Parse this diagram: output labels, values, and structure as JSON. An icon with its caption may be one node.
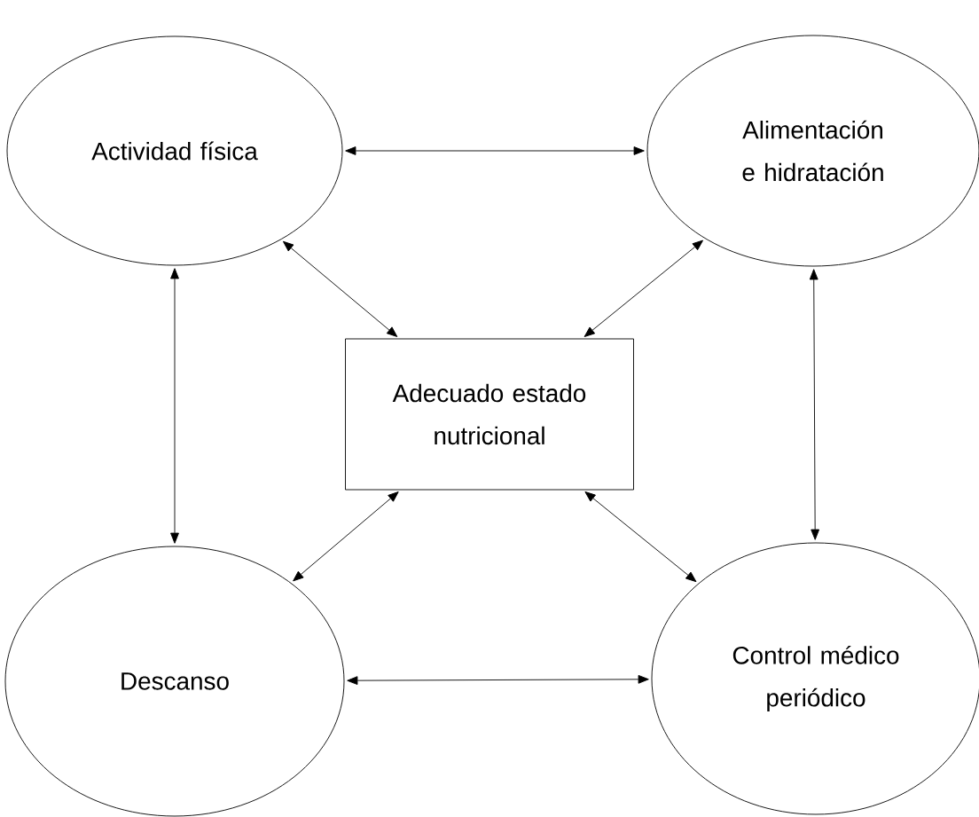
{
  "diagram": {
    "nodes": [
      {
        "text": [
          "Actividad física"
        ]
      },
      {
        "text": [
          "Alimentación e hidratación"
        ]
      },
      {
        "text": [
          "Adecuado estado nutricional"
        ]
      },
      {
        "text": [
          "Descanso"
        ]
      },
      {
        "text": [
          "Control médico periódico"
        ]
      }
    ],
    "edges": [
      {
        "from": 0,
        "to": 1,
        "arrow": "both"
      },
      {
        "from": 0,
        "to": 2,
        "arrow": "both"
      },
      {
        "from": 1,
        "to": 2,
        "arrow": "both"
      },
      {
        "from": 0,
        "to": 3,
        "arrow": "both"
      },
      {
        "from": 1,
        "to": 4,
        "arrow": "both"
      },
      {
        "from": 3,
        "to": 2,
        "arrow": "both"
      },
      {
        "from": 2,
        "to": 4,
        "arrow": "both"
      },
      {
        "from": 3,
        "to": 4,
        "arrow": "both"
      }
    ]
  }
}
